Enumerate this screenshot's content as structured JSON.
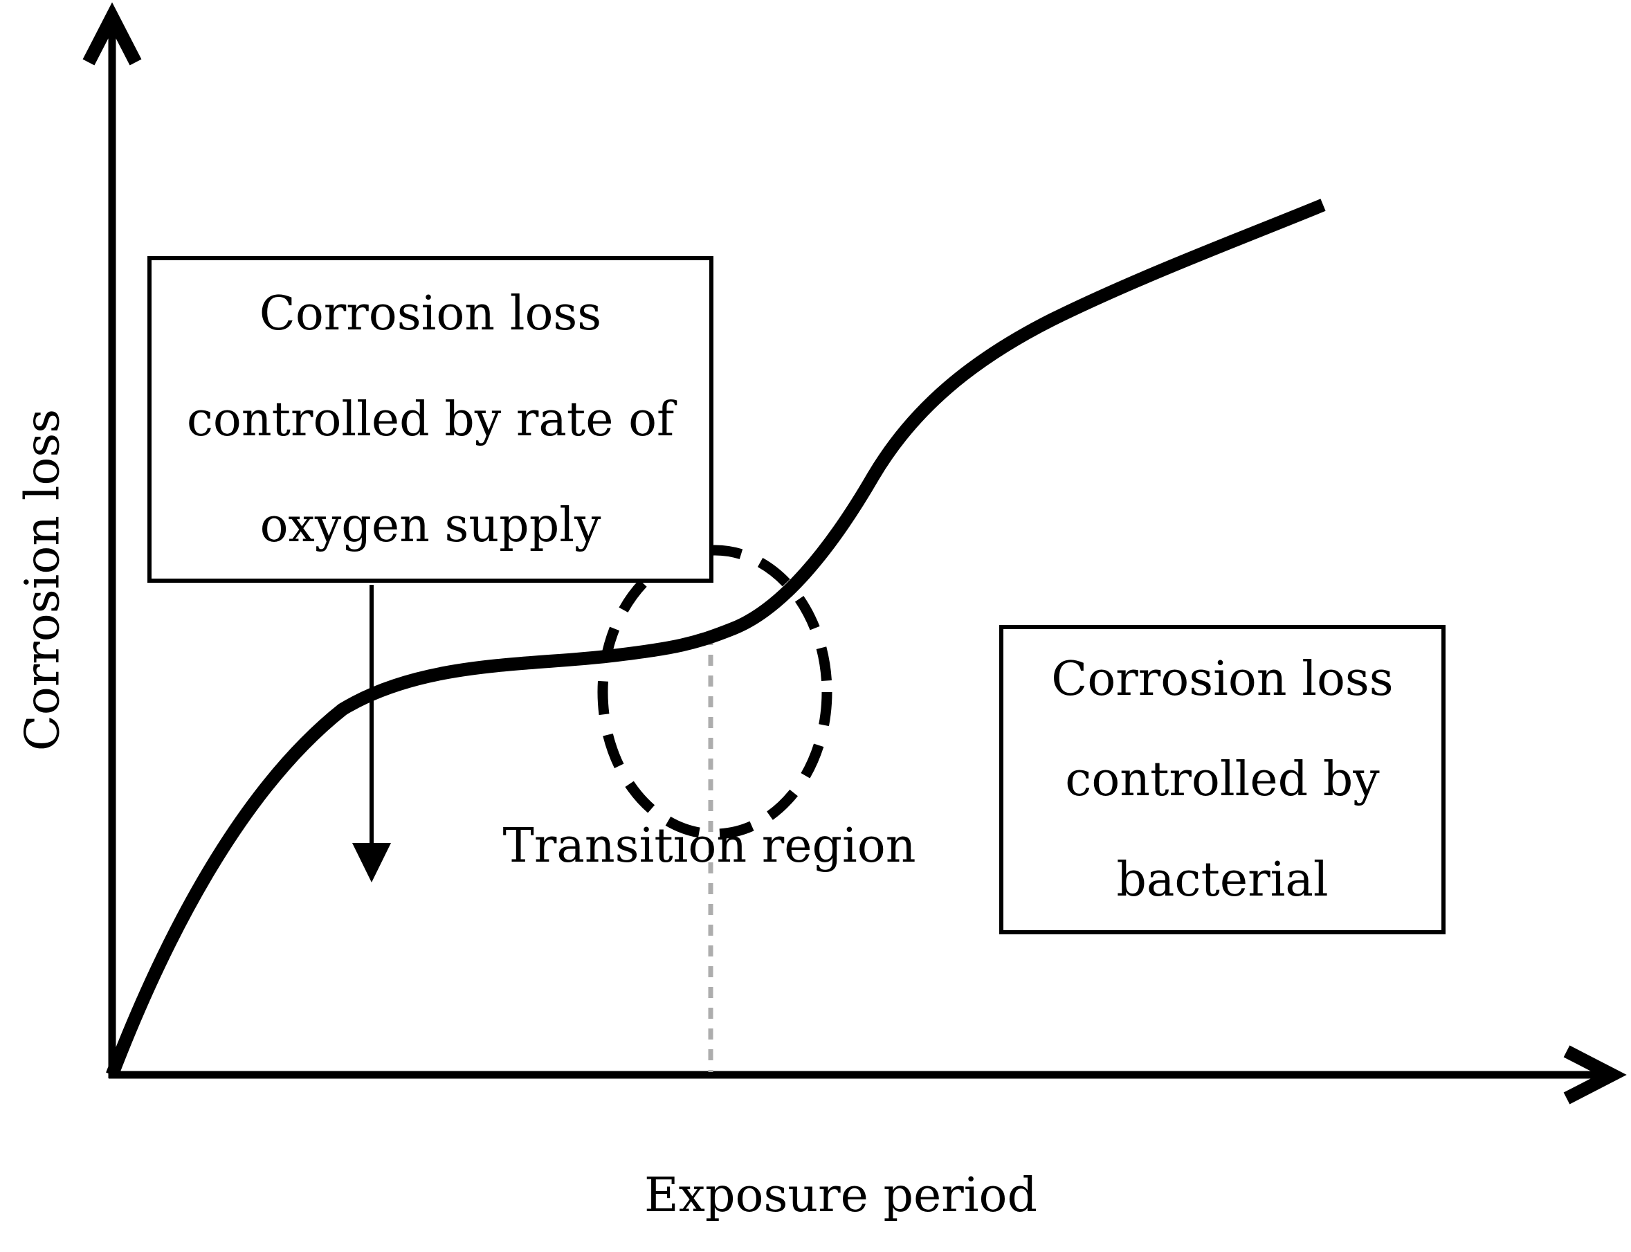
{
  "axes": {
    "y_label": "Corrosion loss",
    "x_label": "Exposure period"
  },
  "boxes": {
    "oxygen": {
      "lines": [
        "Corrosion loss",
        "controlled by rate of",
        "oxygen supply"
      ]
    },
    "bacterial": {
      "lines": [
        "Corrosion loss",
        "controlled by",
        "bacterial"
      ]
    }
  },
  "labels": {
    "transition": "Transition region"
  },
  "colors": {
    "ink": "#000000",
    "guide_line": "#adadad",
    "background": "#ffffff"
  }
}
